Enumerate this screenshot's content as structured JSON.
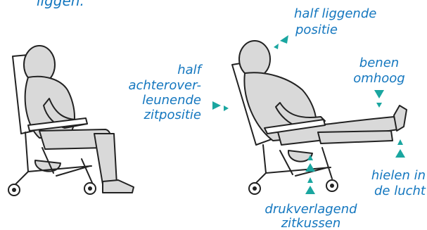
{
  "labels": {
    "top_fragment": "liggen.",
    "half_liggende_line1": "half liggende",
    "half_liggende_line2": "positie",
    "half_achter_line1": "half",
    "half_achter_line2": "achterover-",
    "half_achter_line3": "leunende",
    "half_achter_line4": "zitpositie",
    "benen_line1": "benen",
    "benen_line2": "omhoog",
    "hielen_line1": "hielen in",
    "hielen_line2": "de lucht",
    "druk_line1": "drukverlagend",
    "druk_line2": "zitkussen"
  },
  "colors": {
    "accent": "#1477bf",
    "marker": "#1aa6a0",
    "outline": "#222222",
    "fill": "#d9d9d9"
  },
  "icons": {
    "marker": "triangle-marker-icon",
    "chair_upright": "wheelchair-upright-person-illustration",
    "chair_reclined": "wheelchair-reclined-person-illustration"
  }
}
